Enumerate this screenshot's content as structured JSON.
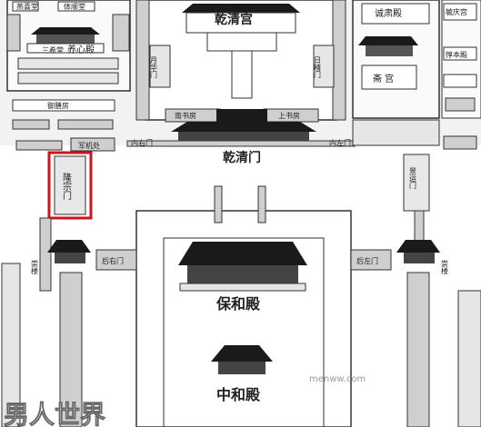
{
  "labels": {
    "qianqing_palace": "乾清宫",
    "qianqing_gate": "乾清门",
    "baohe_hall": "保和殿",
    "zhonghe_hall": "中和殿",
    "yangxin_hall": "养心殿",
    "three_xi_hall": "三希堂",
    "yangxin_left": "燕喜堂",
    "yangxin_right": "体顺堂",
    "yangxin_room": "御膳房",
    "junji_office": "军机处",
    "nan_study": "南书房",
    "shang_study": "上书房",
    "yuehua_gate": "月华门",
    "rijing_gate": "日精门",
    "chengsu_hall": "诚肃殿",
    "zhai_palace": "斋  宫",
    "neiyou_gate": "内右门",
    "neizuo_gate": "内左门",
    "longzong_gate": "隆宗门",
    "jingyun_gate": "景运门",
    "houyou_gate": "后右门",
    "houzuo_gate": "后左门",
    "chonglou_left": "崇楼",
    "chonglou_right": "崇楼",
    "yuqing_palace": "毓庆宫",
    "xiuxian_hall": "惇本殿",
    "watermark_url": "menww.com",
    "watermark_logo": "男人世界"
  },
  "colors": {
    "highlight": "#d0121b",
    "building": "#2a2a2a",
    "roof": "#1a1a1a",
    "wall_fill": "#d9d9d9",
    "ground": "#ffffff"
  }
}
